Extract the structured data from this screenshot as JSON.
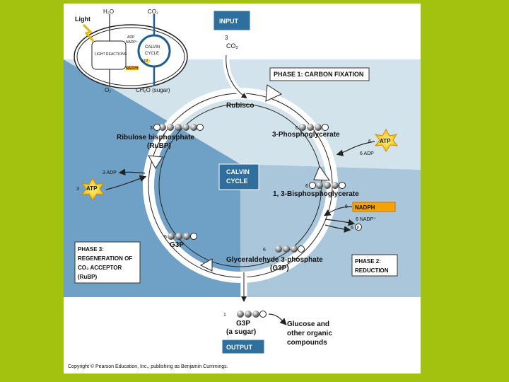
{
  "inset": {
    "light": "Light",
    "h2o": "H₂O",
    "co2": "CO₂",
    "light_reactions": "LIGHT REACTIONS",
    "atp": "ATP",
    "nadph": "NADPH",
    "nadp": "NADP⁺",
    "adp": "ADP",
    "calvin_cycle": [
      "CALVIN",
      "CYCLE"
    ],
    "o2": "O₂",
    "sugar": "CH₂O (sugar)"
  },
  "input": {
    "title": "INPUT",
    "count": "3",
    "molecule": "CO₂"
  },
  "phase1": {
    "title": "PHASE 1: CARBON FIXATION"
  },
  "phase2": {
    "title": [
      "PHASE 2:",
      "REDUCTION"
    ]
  },
  "phase3": {
    "title": [
      "PHASE 3:",
      "REGENERATION OF",
      "CO₂ ACCEPTOR",
      "(RuBP)"
    ]
  },
  "center": {
    "title": [
      "CALVIN",
      "CYCLE"
    ]
  },
  "enzyme": "Rubisco",
  "molecules": {
    "rubp": {
      "count": "3",
      "name": [
        "Ribulose bisphosphate",
        "(RuBP)"
      ]
    },
    "pga": {
      "count": "6",
      "name": "3-Phosphoglycerate"
    },
    "bpg": {
      "count": "6",
      "name": "1, 3-Bisphosphoglycerate"
    },
    "g3p_main": {
      "count": "6",
      "name": [
        "Glyceraldehyde 3-phosphate",
        "(G3P)"
      ]
    },
    "g3p_regen": {
      "count": "5",
      "name": "G3P"
    },
    "g3p_out": {
      "count": "1",
      "name": [
        "G3P",
        "(a sugar)"
      ]
    }
  },
  "energy": {
    "atp_in_phase2": "6",
    "atp_label": "ATP",
    "adp_out_phase2": "6 ADP",
    "nadph_in": "6",
    "nadph_label": "NADPH",
    "nadp_out": "6 NADP⁺",
    "pi_out": "6",
    "pi_symbol": "P",
    "adp_out_phase3": "3 ADP",
    "atp_in_phase3": "3"
  },
  "output": {
    "title": "OUTPUT",
    "products": [
      "Glucose and",
      "other organic",
      "compounds"
    ]
  },
  "copyright": "Copyright © Pearson Education, Inc., publishing as Benjamin Cummings."
}
